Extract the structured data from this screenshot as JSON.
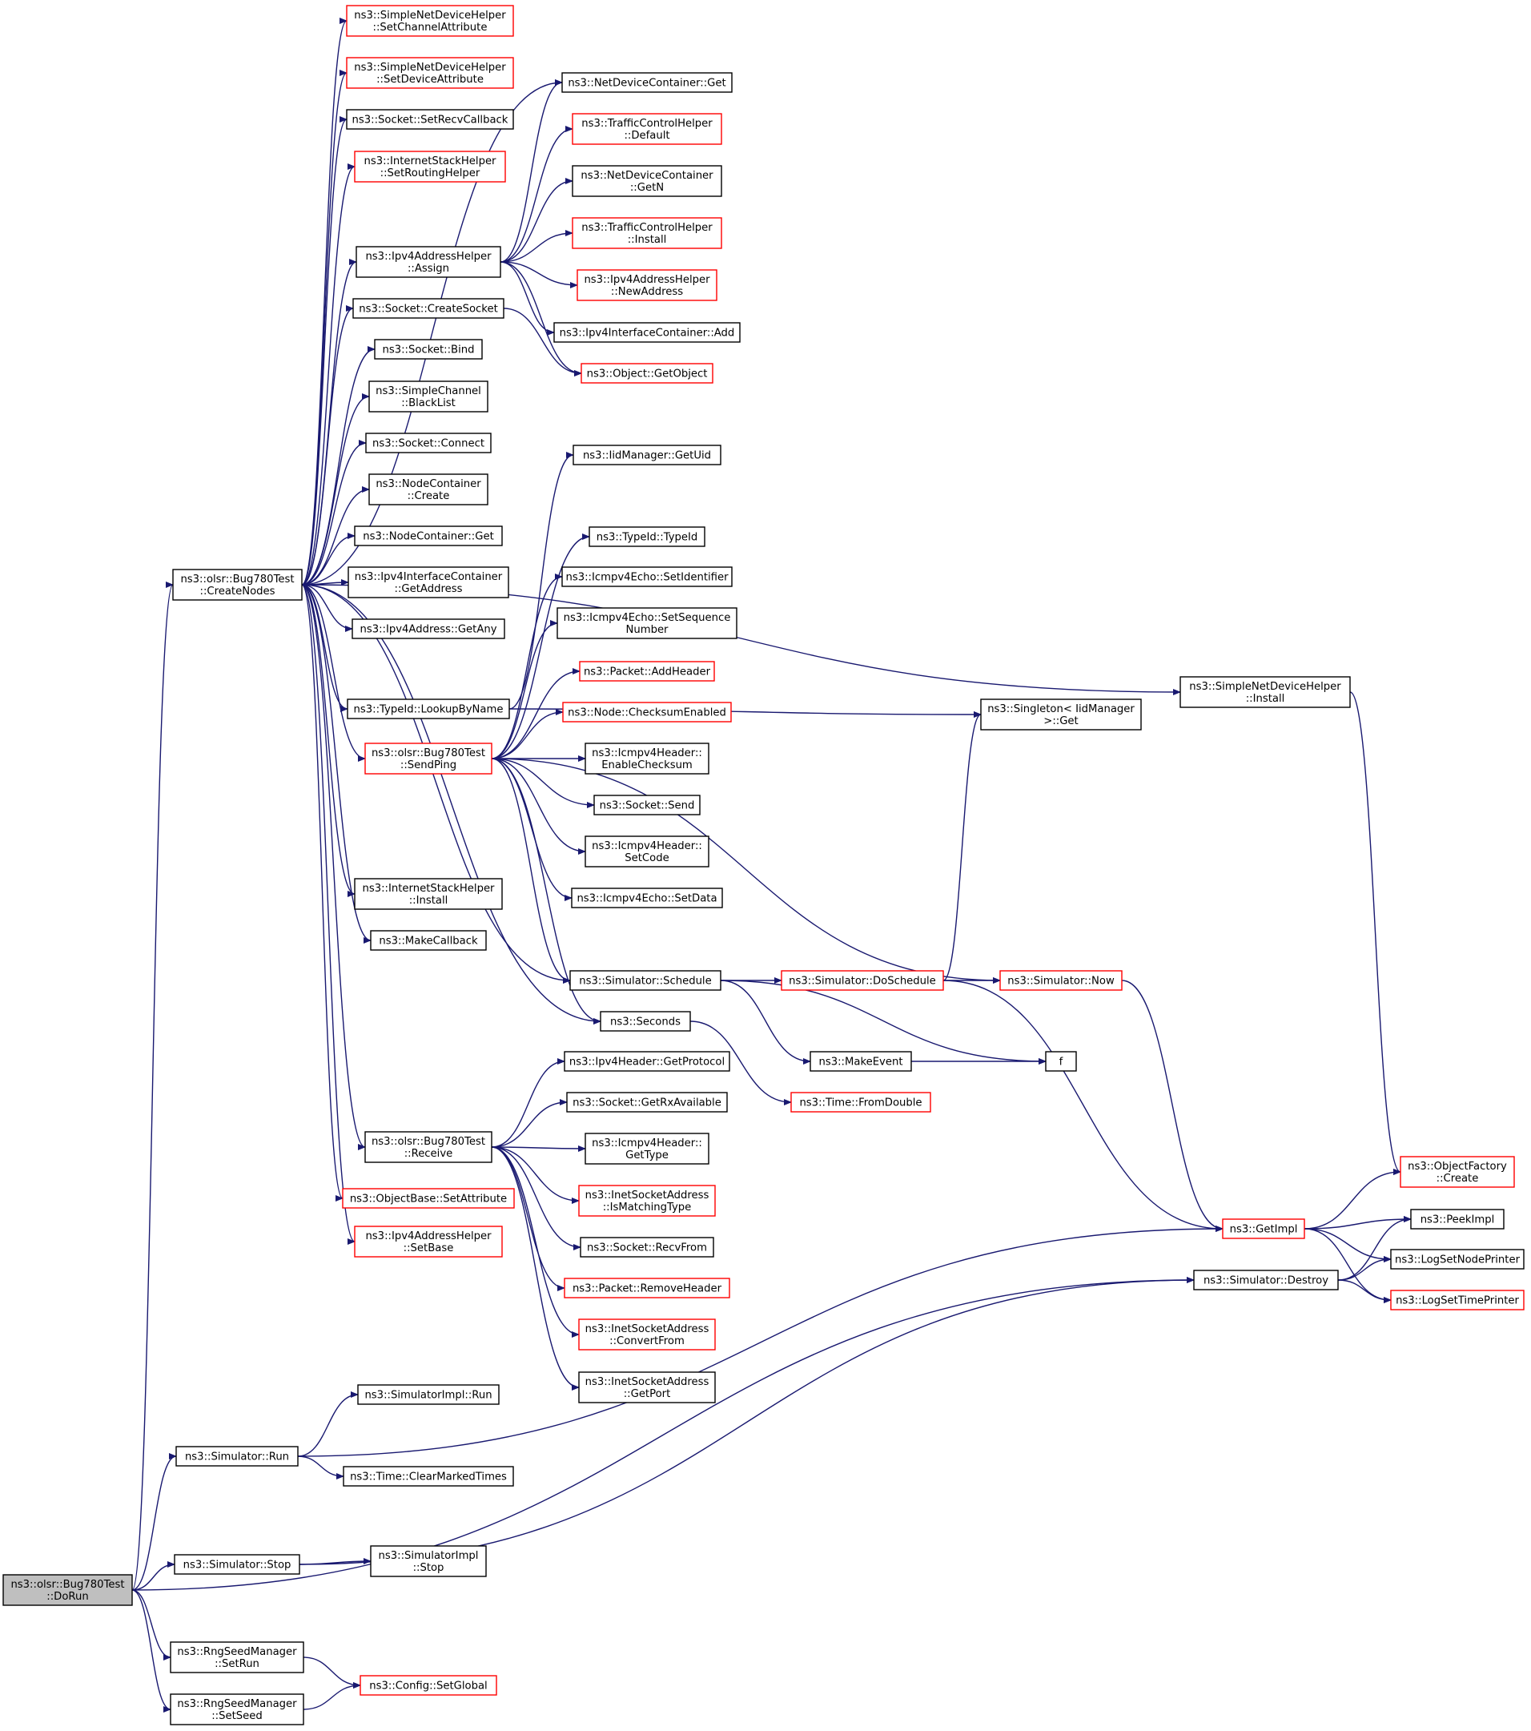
{
  "nodes": [
    {
      "id": "DoRun",
      "lines": [
        "ns3::olsr::Bug780Test",
        "::DoRun"
      ],
      "root": true
    },
    {
      "id": "CreateNodes",
      "lines": [
        "ns3::olsr::Bug780Test",
        "::CreateNodes"
      ]
    },
    {
      "id": "SetChannelAttribute",
      "lines": [
        "ns3::SimpleNetDeviceHelper",
        "::SetChannelAttribute"
      ],
      "red": true
    },
    {
      "id": "SetDeviceAttribute",
      "lines": [
        "ns3::SimpleNetDeviceHelper",
        "::SetDeviceAttribute"
      ],
      "red": true
    },
    {
      "id": "SetRecvCallback",
      "lines": [
        "ns3::Socket::SetRecvCallback"
      ]
    },
    {
      "id": "SetRoutingHelper",
      "lines": [
        "ns3::InternetStackHelper",
        "::SetRoutingHelper"
      ],
      "red": true
    },
    {
      "id": "Assign",
      "lines": [
        "ns3::Ipv4AddressHelper",
        "::Assign"
      ]
    },
    {
      "id": "CreateSocket",
      "lines": [
        "ns3::Socket::CreateSocket"
      ]
    },
    {
      "id": "Bind",
      "lines": [
        "ns3::Socket::Bind"
      ]
    },
    {
      "id": "BlackList",
      "lines": [
        "ns3::SimpleChannel",
        "::BlackList"
      ]
    },
    {
      "id": "Connect",
      "lines": [
        "ns3::Socket::Connect"
      ]
    },
    {
      "id": "NCCreate",
      "lines": [
        "ns3::NodeContainer",
        "::Create"
      ]
    },
    {
      "id": "NCGet",
      "lines": [
        "ns3::NodeContainer::Get"
      ]
    },
    {
      "id": "GetAddress",
      "lines": [
        "ns3::Ipv4InterfaceContainer",
        "::GetAddress"
      ]
    },
    {
      "id": "GetAny",
      "lines": [
        "ns3::Ipv4Address::GetAny"
      ]
    },
    {
      "id": "LookupByName",
      "lines": [
        "ns3::TypeId::LookupByName"
      ]
    },
    {
      "id": "SendPing",
      "lines": [
        "ns3::olsr::Bug780Test",
        "::SendPing"
      ],
      "red": true
    },
    {
      "id": "ISHInstall",
      "lines": [
        "ns3::InternetStackHelper",
        "::Install"
      ]
    },
    {
      "id": "MakeCallback",
      "lines": [
        "ns3::MakeCallback"
      ]
    },
    {
      "id": "Receive",
      "lines": [
        "ns3::olsr::Bug780Test",
        "::Receive"
      ]
    },
    {
      "id": "SetAttribute",
      "lines": [
        "ns3::ObjectBase::SetAttribute"
      ],
      "red": true
    },
    {
      "id": "SetBase",
      "lines": [
        "ns3::Ipv4AddressHelper",
        "::SetBase"
      ],
      "red": true
    },
    {
      "id": "NDCGet",
      "lines": [
        "ns3::NetDeviceContainer::Get"
      ]
    },
    {
      "id": "TCHDefault",
      "lines": [
        "ns3::TrafficControlHelper",
        "::Default"
      ],
      "red": true
    },
    {
      "id": "NDCGetN",
      "lines": [
        "ns3::NetDeviceContainer",
        "::GetN"
      ]
    },
    {
      "id": "TCHInstall",
      "lines": [
        "ns3::TrafficControlHelper",
        "::Install"
      ],
      "red": true
    },
    {
      "id": "NewAddress",
      "lines": [
        "ns3::Ipv4AddressHelper",
        "::NewAddress"
      ],
      "red": true
    },
    {
      "id": "IICAdd",
      "lines": [
        "ns3::Ipv4InterfaceContainer::Add"
      ]
    },
    {
      "id": "GetObject",
      "lines": [
        "ns3::Object::GetObject"
      ],
      "red": true
    },
    {
      "id": "GetUid",
      "lines": [
        "ns3::IidManager::GetUid"
      ]
    },
    {
      "id": "TypeIdTypeId",
      "lines": [
        "ns3::TypeId::TypeId"
      ]
    },
    {
      "id": "SetIdentifier",
      "lines": [
        "ns3::Icmpv4Echo::SetIdentifier"
      ]
    },
    {
      "id": "SetSequenceNumber",
      "lines": [
        "ns3::Icmpv4Echo::SetSequence",
        "Number"
      ]
    },
    {
      "id": "AddHeader",
      "lines": [
        "ns3::Packet::AddHeader"
      ],
      "red": true
    },
    {
      "id": "ChecksumEnabled",
      "lines": [
        "ns3::Node::ChecksumEnabled"
      ],
      "red": true
    },
    {
      "id": "EnableChecksum",
      "lines": [
        "ns3::Icmpv4Header::",
        "EnableChecksum"
      ]
    },
    {
      "id": "SocketSend",
      "lines": [
        "ns3::Socket::Send"
      ]
    },
    {
      "id": "SetCode",
      "lines": [
        "ns3::Icmpv4Header::",
        "SetCode"
      ]
    },
    {
      "id": "SetData",
      "lines": [
        "ns3::Icmpv4Echo::SetData"
      ]
    },
    {
      "id": "Schedule",
      "lines": [
        "ns3::Simulator::Schedule"
      ]
    },
    {
      "id": "Seconds",
      "lines": [
        "ns3::Seconds"
      ]
    },
    {
      "id": "GetProtocol",
      "lines": [
        "ns3::Ipv4Header::GetProtocol"
      ]
    },
    {
      "id": "GetRxAvailable",
      "lines": [
        "ns3::Socket::GetRxAvailable"
      ]
    },
    {
      "id": "GetType",
      "lines": [
        "ns3::Icmpv4Header::",
        "GetType"
      ]
    },
    {
      "id": "IsMatchingType",
      "lines": [
        "ns3::InetSocketAddress",
        "::IsMatchingType"
      ],
      "red": true
    },
    {
      "id": "RecvFrom",
      "lines": [
        "ns3::Socket::RecvFrom"
      ]
    },
    {
      "id": "RemoveHeader",
      "lines": [
        "ns3::Packet::RemoveHeader"
      ],
      "red": true
    },
    {
      "id": "ConvertFrom",
      "lines": [
        "ns3::InetSocketAddress",
        "::ConvertFrom"
      ],
      "red": true
    },
    {
      "id": "GetPort",
      "lines": [
        "ns3::InetSocketAddress",
        "::GetPort"
      ]
    },
    {
      "id": "SimRun",
      "lines": [
        "ns3::Simulator::Run"
      ]
    },
    {
      "id": "SimImplRun",
      "lines": [
        "ns3::SimulatorImpl::Run"
      ]
    },
    {
      "id": "ClearMarkedTimes",
      "lines": [
        "ns3::Time::ClearMarkedTimes"
      ]
    },
    {
      "id": "SimStop",
      "lines": [
        "ns3::Simulator::Stop"
      ]
    },
    {
      "id": "SimImplStop",
      "lines": [
        "ns3::SimulatorImpl",
        "::Stop"
      ]
    },
    {
      "id": "RngSetRun",
      "lines": [
        "ns3::RngSeedManager",
        "::SetRun"
      ]
    },
    {
      "id": "RngSetSeed",
      "lines": [
        "ns3::RngSeedManager",
        "::SetSeed"
      ]
    },
    {
      "id": "SetGlobal",
      "lines": [
        "ns3::Config::SetGlobal"
      ],
      "red": true
    },
    {
      "id": "DoSchedule",
      "lines": [
        "ns3::Simulator::DoSchedule"
      ],
      "red": true
    },
    {
      "id": "SimNow",
      "lines": [
        "ns3::Simulator::Now"
      ],
      "red": true
    },
    {
      "id": "MakeEvent",
      "lines": [
        "ns3::MakeEvent"
      ]
    },
    {
      "id": "f",
      "lines": [
        "f"
      ]
    },
    {
      "id": "FromDouble",
      "lines": [
        "ns3::Time::FromDouble"
      ],
      "red": true
    },
    {
      "id": "SingletonGet",
      "lines": [
        "ns3::Singleton< IidManager",
        " >::Get"
      ]
    },
    {
      "id": "SNDHInstall",
      "lines": [
        "ns3::SimpleNetDeviceHelper",
        "::Install"
      ]
    },
    {
      "id": "GetImpl",
      "lines": [
        "ns3::GetImpl"
      ],
      "red": true
    },
    {
      "id": "SimDestroy",
      "lines": [
        "ns3::Simulator::Destroy"
      ]
    },
    {
      "id": "OFCreate",
      "lines": [
        "ns3::ObjectFactory",
        "::Create"
      ],
      "red": true
    },
    {
      "id": "PeekImpl",
      "lines": [
        "ns3::PeekImpl"
      ]
    },
    {
      "id": "LogSetNodePrinter",
      "lines": [
        "ns3::LogSetNodePrinter"
      ]
    },
    {
      "id": "LogSetTimePrinter",
      "lines": [
        "ns3::LogSetTimePrinter"
      ],
      "red": true
    }
  ],
  "edges": [
    [
      "DoRun",
      "CreateNodes"
    ],
    [
      "DoRun",
      "SimRun"
    ],
    [
      "DoRun",
      "SimStop"
    ],
    [
      "DoRun",
      "SimDestroy"
    ],
    [
      "DoRun",
      "RngSetRun"
    ],
    [
      "DoRun",
      "RngSetSeed"
    ],
    [
      "CreateNodes",
      "SetChannelAttribute"
    ],
    [
      "CreateNodes",
      "SetDeviceAttribute"
    ],
    [
      "CreateNodes",
      "SetRecvCallback"
    ],
    [
      "CreateNodes",
      "SetRoutingHelper"
    ],
    [
      "CreateNodes",
      "Assign"
    ],
    [
      "CreateNodes",
      "CreateSocket"
    ],
    [
      "CreateNodes",
      "Bind"
    ],
    [
      "CreateNodes",
      "BlackList"
    ],
    [
      "CreateNodes",
      "Connect"
    ],
    [
      "CreateNodes",
      "NCCreate"
    ],
    [
      "CreateNodes",
      "NCGet"
    ],
    [
      "CreateNodes",
      "GetAddress"
    ],
    [
      "CreateNodes",
      "GetAny"
    ],
    [
      "CreateNodes",
      "LookupByName"
    ],
    [
      "CreateNodes",
      "SendPing"
    ],
    [
      "CreateNodes",
      "ISHInstall"
    ],
    [
      "CreateNodes",
      "MakeCallback"
    ],
    [
      "CreateNodes",
      "Receive"
    ],
    [
      "CreateNodes",
      "SetAttribute"
    ],
    [
      "CreateNodes",
      "SetBase"
    ],
    [
      "CreateNodes",
      "NDCGet"
    ],
    [
      "CreateNodes",
      "Schedule"
    ],
    [
      "CreateNodes",
      "Seconds"
    ],
    [
      "CreateNodes",
      "SNDHInstall"
    ],
    [
      "Assign",
      "NDCGet"
    ],
    [
      "Assign",
      "TCHDefault"
    ],
    [
      "Assign",
      "NDCGetN"
    ],
    [
      "Assign",
      "TCHInstall"
    ],
    [
      "Assign",
      "NewAddress"
    ],
    [
      "Assign",
      "IICAdd"
    ],
    [
      "Assign",
      "GetObject"
    ],
    [
      "CreateSocket",
      "GetObject"
    ],
    [
      "LookupByName",
      "GetUid"
    ],
    [
      "LookupByName",
      "SingletonGet"
    ],
    [
      "SendPing",
      "TypeIdTypeId"
    ],
    [
      "SendPing",
      "SetIdentifier"
    ],
    [
      "SendPing",
      "SetSequenceNumber"
    ],
    [
      "SendPing",
      "AddHeader"
    ],
    [
      "SendPing",
      "ChecksumEnabled"
    ],
    [
      "SendPing",
      "EnableChecksum"
    ],
    [
      "SendPing",
      "SocketSend"
    ],
    [
      "SendPing",
      "SetCode"
    ],
    [
      "SendPing",
      "SetData"
    ],
    [
      "SendPing",
      "Schedule"
    ],
    [
      "SendPing",
      "Seconds"
    ],
    [
      "SendPing",
      "SimNow"
    ],
    [
      "Receive",
      "GetProtocol"
    ],
    [
      "Receive",
      "GetRxAvailable"
    ],
    [
      "Receive",
      "GetType"
    ],
    [
      "Receive",
      "IsMatchingType"
    ],
    [
      "Receive",
      "RecvFrom"
    ],
    [
      "Receive",
      "RemoveHeader"
    ],
    [
      "Receive",
      "ConvertFrom"
    ],
    [
      "Receive",
      "GetPort"
    ],
    [
      "Schedule",
      "DoSchedule"
    ],
    [
      "Schedule",
      "MakeEvent"
    ],
    [
      "Schedule",
      "f"
    ],
    [
      "Seconds",
      "FromDouble"
    ],
    [
      "DoSchedule",
      "SimNow"
    ],
    [
      "DoSchedule",
      "SingletonGet"
    ],
    [
      "DoSchedule",
      "GetImpl"
    ],
    [
      "SimNow",
      "GetImpl"
    ],
    [
      "MakeEvent",
      "f"
    ],
    [
      "SNDHInstall",
      "OFCreate"
    ],
    [
      "SimRun",
      "SimImplRun"
    ],
    [
      "SimRun",
      "ClearMarkedTimes"
    ],
    [
      "SimRun",
      "GetImpl"
    ],
    [
      "SimStop",
      "SimImplStop"
    ],
    [
      "SimStop",
      "SimDestroy"
    ],
    [
      "RngSetRun",
      "SetGlobal"
    ],
    [
      "RngSetSeed",
      "SetGlobal"
    ],
    [
      "GetImpl",
      "OFCreate"
    ],
    [
      "GetImpl",
      "PeekImpl"
    ],
    [
      "GetImpl",
      "LogSetNodePrinter"
    ],
    [
      "GetImpl",
      "LogSetTimePrinter"
    ],
    [
      "SimDestroy",
      "PeekImpl"
    ],
    [
      "SimDestroy",
      "LogSetNodePrinter"
    ],
    [
      "SimDestroy",
      "LogSetTimePrinter"
    ]
  ]
}
